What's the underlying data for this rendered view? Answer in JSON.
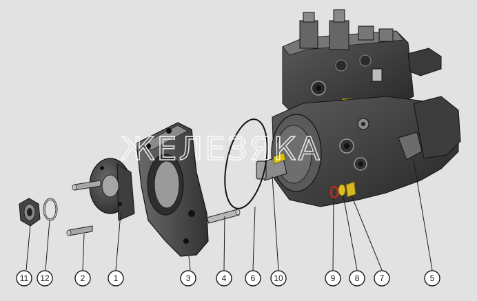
{
  "watermark": "ЖЕЛЕЗЯКА",
  "callouts": [
    {
      "id": "11",
      "label": "11"
    },
    {
      "id": "12",
      "label": "12"
    },
    {
      "id": "2",
      "label": "2"
    },
    {
      "id": "1",
      "label": "1"
    },
    {
      "id": "3",
      "label": "3"
    },
    {
      "id": "4",
      "label": "4"
    },
    {
      "id": "6",
      "label": "6"
    },
    {
      "id": "10",
      "label": "10"
    },
    {
      "id": "9",
      "label": "9"
    },
    {
      "id": "8",
      "label": "8"
    },
    {
      "id": "7",
      "label": "7"
    },
    {
      "id": "5",
      "label": "5"
    }
  ],
  "colors": {
    "background": "#e2e2e2",
    "part_dark": "#333333",
    "part_mid": "#555555",
    "label_yellow": "#e8d800",
    "oring_red": "#cc2a1e",
    "washer_yellow": "#e0c020"
  }
}
